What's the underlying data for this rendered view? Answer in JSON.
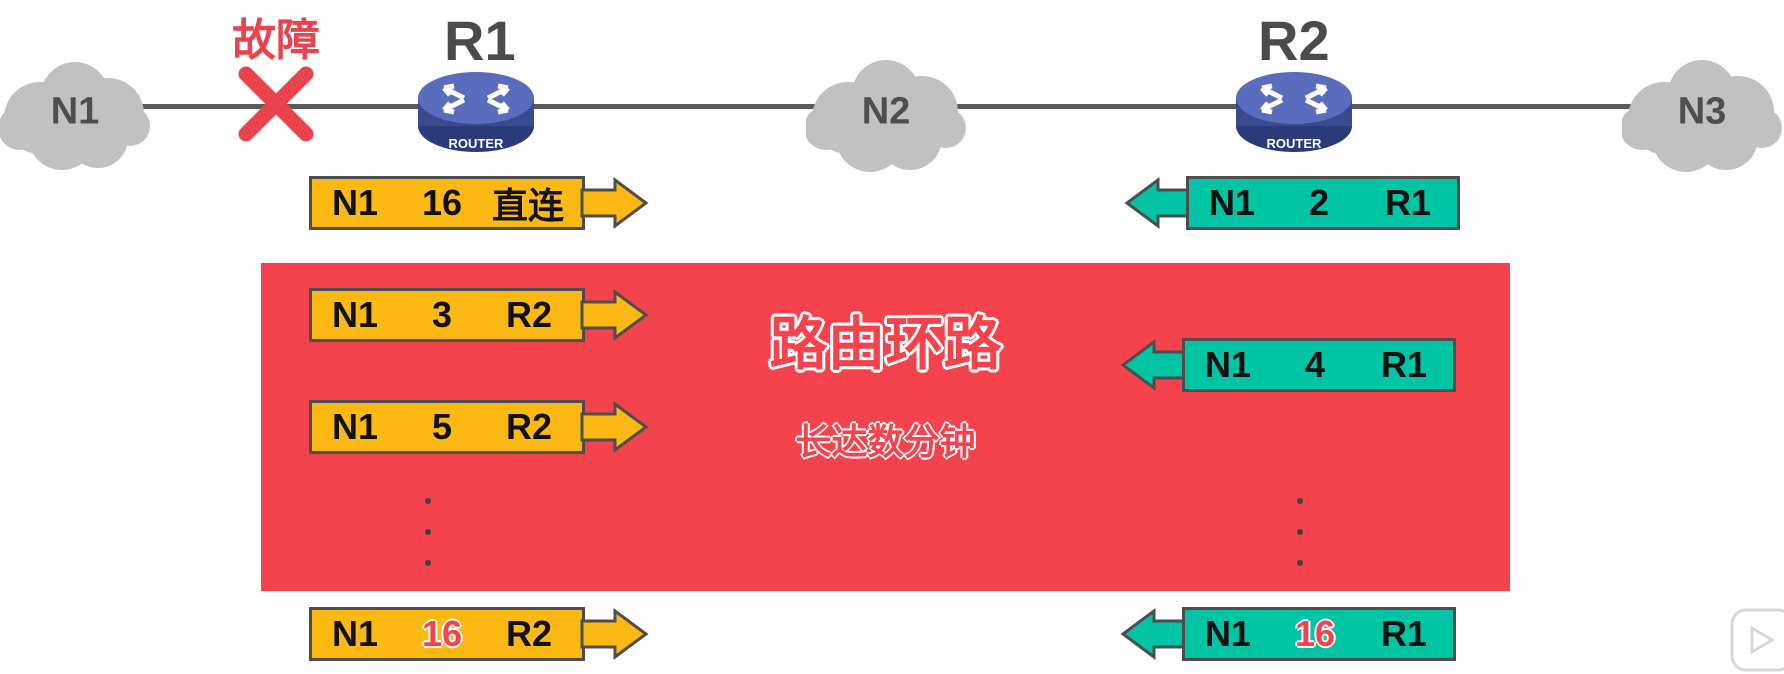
{
  "nodes": {
    "n1": "N1",
    "n2": "N2",
    "n3": "N3",
    "r1": "R1",
    "r2": "R2",
    "router_text": "ROUTER"
  },
  "fault": {
    "label": "故障"
  },
  "panel": {
    "title": "路由环路",
    "subtitle": "长达数分钟"
  },
  "messages": {
    "r1_first": {
      "net": "N1",
      "metric": "16",
      "hop": "直连"
    },
    "r2_first": {
      "net": "N1",
      "metric": "2",
      "hop": "R1"
    },
    "r1_second": {
      "net": "N1",
      "metric": "3",
      "hop": "R2"
    },
    "r2_second": {
      "net": "N1",
      "metric": "4",
      "hop": "R1"
    },
    "r1_third": {
      "net": "N1",
      "metric": "5",
      "hop": "R2"
    },
    "r1_last": {
      "net": "N1",
      "metric": "16",
      "hop": "R2"
    },
    "r2_last": {
      "net": "N1",
      "metric": "16",
      "hop": "R1"
    }
  },
  "colors": {
    "r1_update": "#fdb913",
    "r2_update": "#00c4a4",
    "loop_panel": "#f5434d",
    "fault": "#e9434e",
    "cloud": "#c1c1c1",
    "router": "#4f5fa8"
  },
  "icons": [
    "cloud-icon",
    "router-icon",
    "fault-x-icon",
    "arrow-right-icon",
    "arrow-left-icon",
    "play-icon"
  ]
}
